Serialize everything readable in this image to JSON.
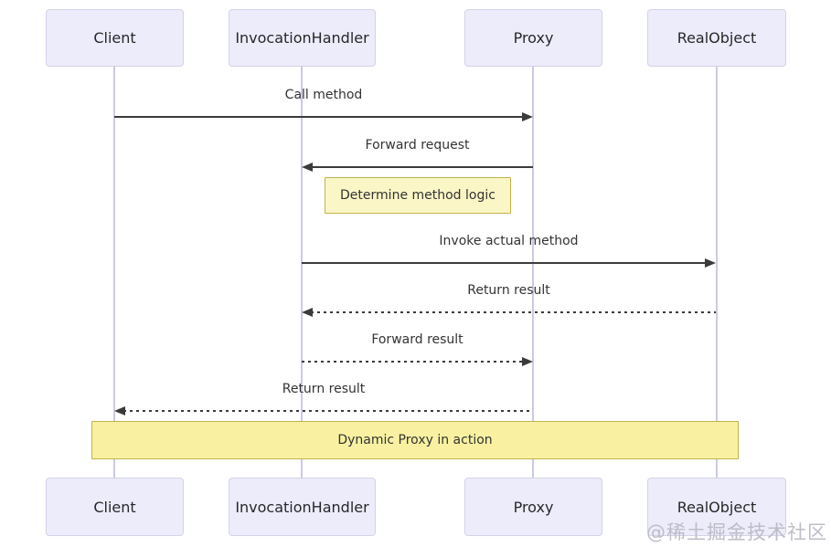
{
  "diagram": {
    "type": "sequence",
    "participants": [
      {
        "name": "Client"
      },
      {
        "name": "InvocationHandler"
      },
      {
        "name": "Proxy"
      },
      {
        "name": "RealObject"
      }
    ],
    "messages": [
      {
        "from": "Client",
        "to": "Proxy",
        "label": "Call method",
        "line": "solid"
      },
      {
        "from": "Proxy",
        "to": "InvocationHandler",
        "label": "Forward request",
        "line": "solid"
      },
      {
        "from": "InvocationHandler",
        "to": "RealObject",
        "label": "Invoke actual method",
        "line": "solid"
      },
      {
        "from": "RealObject",
        "to": "InvocationHandler",
        "label": "Return result",
        "line": "dotted"
      },
      {
        "from": "InvocationHandler",
        "to": "Proxy",
        "label": "Forward result",
        "line": "dotted"
      },
      {
        "from": "Proxy",
        "to": "Client",
        "label": "Return result",
        "line": "dotted"
      }
    ],
    "notes": [
      {
        "label": "Determine method logic",
        "placement": "right-of-InvocationHandler"
      },
      {
        "label": "Dynamic Proxy in action",
        "placement": "over-all-participants"
      }
    ],
    "watermark": "@稀土掘金技术社区",
    "colors": {
      "actor_fill": "#ECECFB",
      "actor_border": "#D5D2E9",
      "lifeline": "#CCC9E6",
      "arrow": "#3B3B3B",
      "text": "#333333",
      "note_fill_small": "#FBF6C6",
      "note_fill_wide": "#F9F1A1",
      "note_border": "#BFB34A",
      "watermark": "#BDBDC7"
    }
  }
}
